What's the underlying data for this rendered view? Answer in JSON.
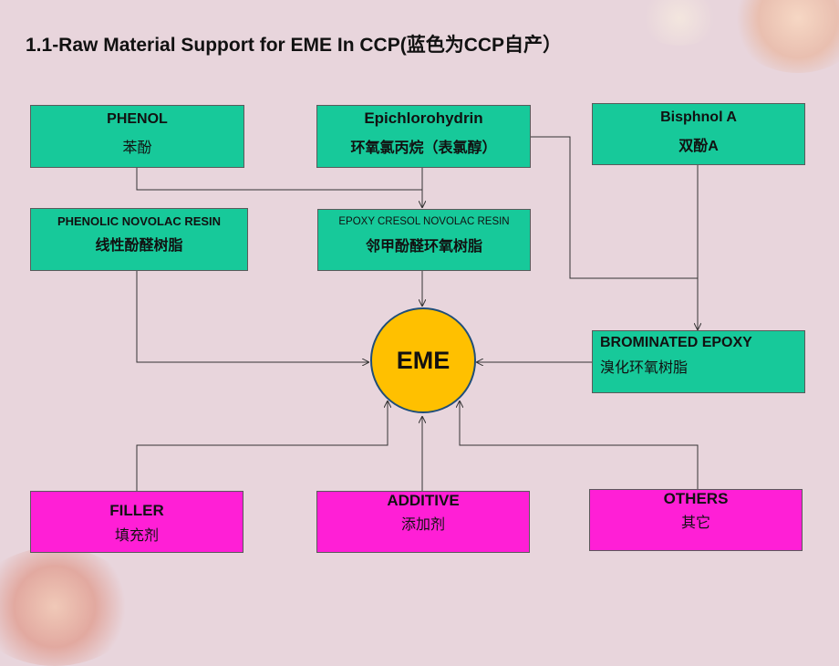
{
  "title": "1.1-Raw Material Support for EME In CCP(蓝色为CCP自产）",
  "center": "EME",
  "boxes": {
    "phenol": {
      "en": "PHENOL",
      "zh": "苯酚"
    },
    "epichlorohydrin": {
      "en": "Epichlorohydrin",
      "zh": "环氧氯丙烷（表氯醇）"
    },
    "bisphenol": {
      "en": "Bisphnol  A",
      "zh": "双酚A"
    },
    "phenolic_novolac": {
      "en": "PHENOLIC NOVOLAC RESIN",
      "zh": "线性酚醛树脂"
    },
    "epoxy_cresol": {
      "en": "EPOXY CRESOL NOVOLAC RESIN",
      "zh": "邻甲酚醛环氧树脂"
    },
    "brominated_epoxy": {
      "en": "BROMINATED EPOXY",
      "zh": "溴化环氧树脂"
    },
    "filler": {
      "en": "FILLER",
      "zh": "填充剂"
    },
    "additive": {
      "en": "ADDITIVE",
      "zh": "添加剂"
    },
    "others": {
      "en": "OTHERS",
      "zh": "其它"
    }
  },
  "colors": {
    "raw_material_box": "#17c99a",
    "additive_box": "#ff1fd6",
    "center_node": "#ffc000",
    "background": "#e8d5dc"
  }
}
